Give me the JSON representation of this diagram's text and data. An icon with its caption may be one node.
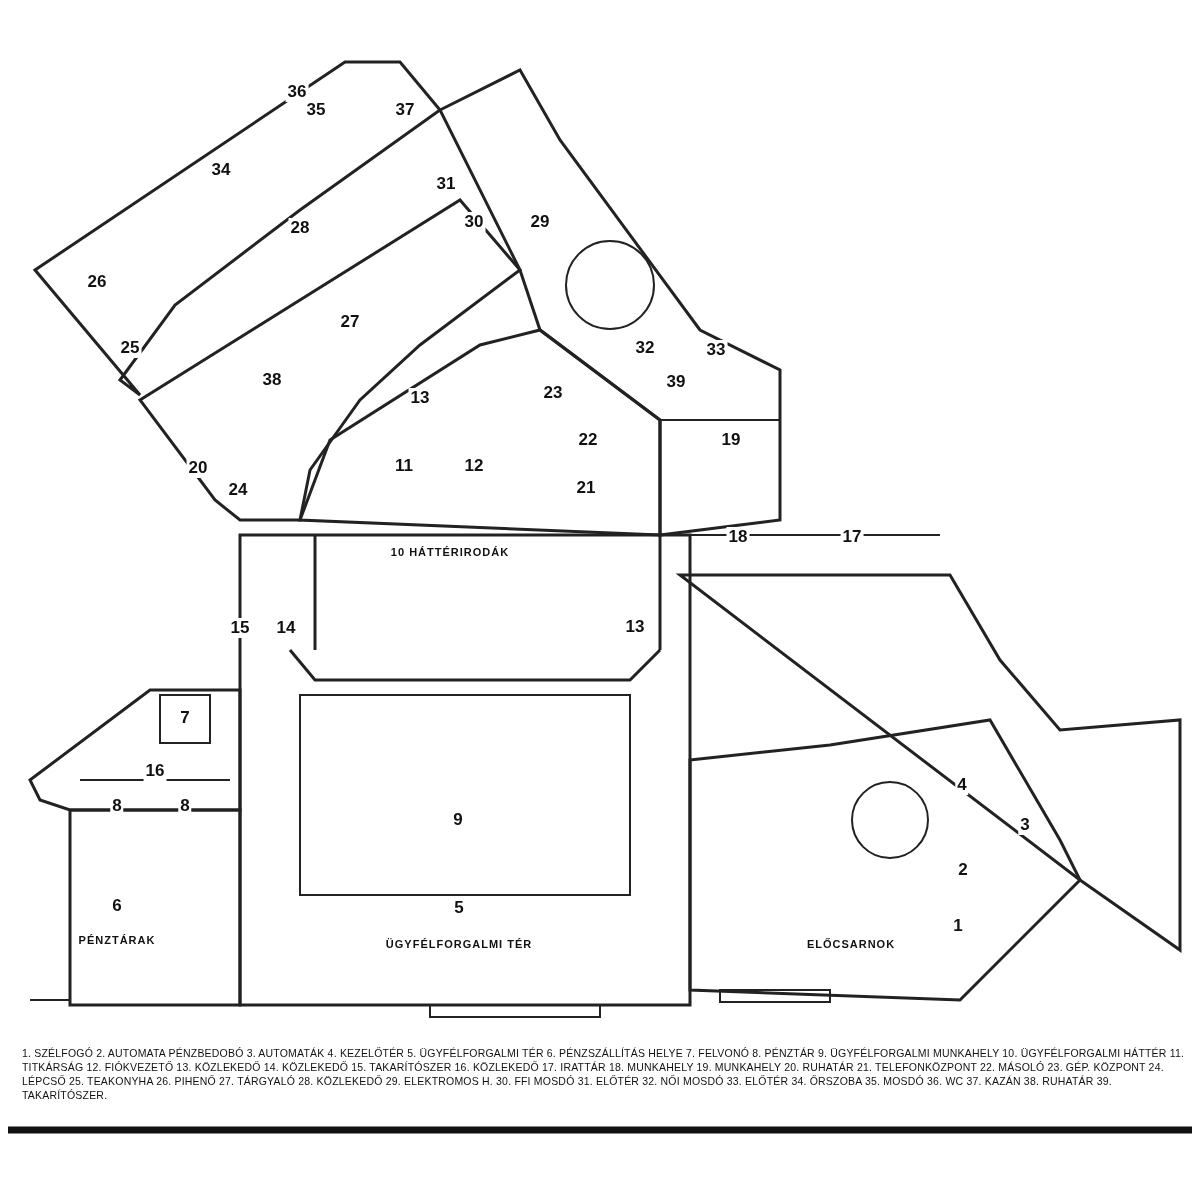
{
  "diagram": {
    "labels": [
      "36",
      "35",
      "37",
      "34",
      "31",
      "28",
      "30",
      "29",
      "26",
      "27",
      "25",
      "32",
      "33",
      "38",
      "13",
      "23",
      "39",
      "22",
      "19",
      "20",
      "11",
      "12",
      "24",
      "21",
      "18",
      "17",
      "10 HÁTTÉRIRODÁK",
      "15",
      "14",
      "13",
      "7",
      "16",
      "4",
      "8",
      "8",
      "9",
      "3",
      "2",
      "6",
      "5",
      "1",
      "PÉNZTÁRAK",
      "ÜGYFÉLFORGALMI TÉR",
      "ELŐCSARNOK",
      "1. SZÉLFOGÓ 2. AUTOMATA PÉNZBEDOBÓ 3. AUTOMATÁK 4. KEZELŐTÉR 5. ÜGYFÉLFORGALMI TÉR 6. PÉNZSZÁLLÍTÁS HELYE 7. FELVONÓ 8. PÉNZTÁR 9. ÜGYFÉLFORGALMI MUNKAHELY 10. ÜGYFÉLFORGALMI HÁTTÉR 11. TITKÁRSÁG 12. FIÓKVEZETŐ 13. KÖZLEKEDŐ 14. KÖZLEKEDŐ 15. TAKARÍTÓSZER 16. KÖZLEKEDŐ 17. IRATTÁR 18. MUNKAHELY 19. MUNKAHELY 20. RUHATÁR 21. TELEFONKÖZPONT 22. MÁSOLÓ 23. GÉP. KÖZPONT 24. LÉPCSŐ 25. TEAKONYHA 26. PIHENŐ 27. TÁRGYALÓ 28. KÖZLEKEDŐ 29. ELEKTROMOS H. 30. FFI MOSDÓ 31. ELŐTÉR 32. NŐI MOSDÓ 33. ELŐTÉR 34. ŐRSZOBA 35. MOSDÓ 36. WC 37. KAZÁN 38. RUHATÁR 39. TAKARÍTÓSZER."
    ]
  }
}
